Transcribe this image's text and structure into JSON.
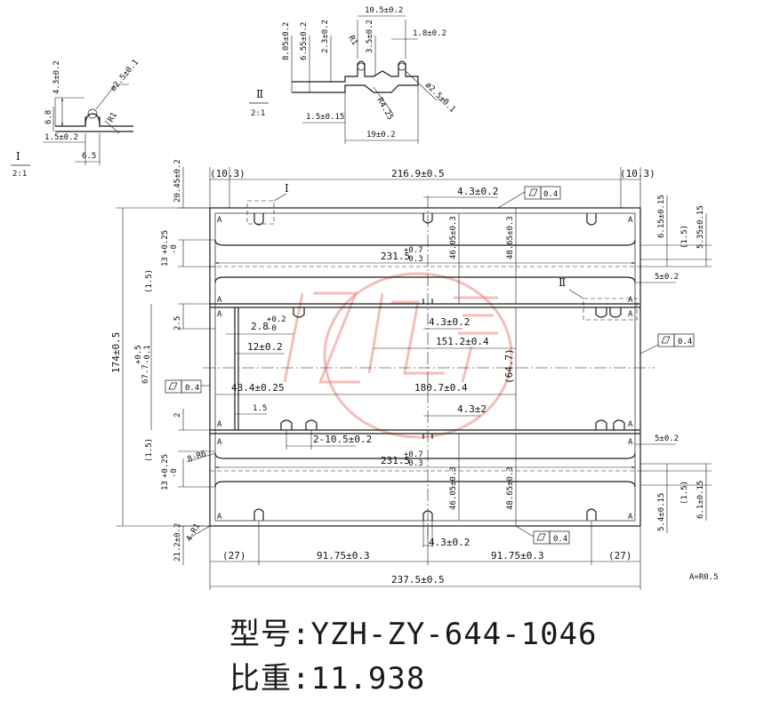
{
  "detail_i": {
    "marker": "Ⅰ",
    "scale": "2:1",
    "dims": {
      "d1": "4.3±0.2",
      "d2": "ø2.5±0.1",
      "d3": "6.8",
      "d4": "1.5±0.2",
      "d5": "6.5",
      "d6": "R1"
    }
  },
  "detail_ii": {
    "marker": "Ⅱ",
    "scale": "2:1",
    "dims": {
      "d1": "10.5±0.2",
      "d2": "8.05±0.2",
      "d3": "6.55±0.2",
      "d4": "2.3±0.2",
      "d5": "3.5±0.2",
      "d6": "1.8±0.2",
      "d7": "R1",
      "d8": "ø2.5±0.1",
      "d9": "R4.25",
      "d10": "1.5±0.15",
      "d11": "19±0.2"
    }
  },
  "main": {
    "labels": {
      "detail_i": "Ⅰ",
      "detail_ii": "Ⅱ"
    },
    "top_dims": {
      "overall": "216.9±0.5",
      "end_left": "(10.3)",
      "end_right": "(10.3)",
      "slot": "4.3±0.2",
      "flat": "0.4"
    },
    "left_dims": {
      "d1": "20.45±0.2",
      "d2a": "13",
      "d2b": "+0.25",
      "d2c": "-0",
      "d3": "(1.5)",
      "d4": "2.5",
      "d5a": "67.7",
      "d5b": "+0.5",
      "d5c": "-0.1",
      "d6": "174±0.5",
      "d7": "2",
      "d8": "(1.5)",
      "d9": "8-R6",
      "d10a": "13",
      "d10b": "+0.25",
      "d10c": "-0",
      "d11": "4-R1",
      "d12": "21.2±0.2",
      "flat": "0.4"
    },
    "inner_dims": {
      "w1a": "231.5",
      "w1b": "+0.7",
      "w1c": "-0.3",
      "h1": "46.05±0.3",
      "h2": "48.65±0.3",
      "a1a": "2.8",
      "a1b": "+0.2",
      "a1c": "-0",
      "a2": "12±0.2",
      "a3": "4.3±0.2",
      "a4": "151.2±0.4",
      "a5": "(64.7)",
      "a6": "43.4±0.25",
      "a7": "180.7±0.4",
      "a8": "1.5",
      "a9": "4.3±2",
      "a10": "2-10.5±0.2",
      "w2a": "231.5",
      "w2b": "+0.7",
      "w2c": "-0.3",
      "h3": "46.05±0.3",
      "h4": "48.65±0.3"
    },
    "right_dims": {
      "r1": "6.15±0.15",
      "r2": "(1.5)",
      "r3": "5.35±0.15",
      "r4": "5±0.2",
      "flat": "0.4",
      "r5": "5±0.2",
      "r6": "(1.5)",
      "r7": "5.4±0.15",
      "r8": "6.1±0.15"
    },
    "bottom_dims": {
      "b1": "(27)",
      "b2": "91.75±0.3",
      "b3": "4.3±0.2",
      "b4": "91.75±0.3",
      "b5": "(27)",
      "overall": "237.5±0.5",
      "flat": "0.4"
    },
    "note": "A=R0.5",
    "corner_mark": "A"
  },
  "spec": {
    "model_label": "型号:",
    "model_value": "YZH-ZY-644-1046",
    "weight_label": "比重:",
    "weight_value": "11.938"
  }
}
